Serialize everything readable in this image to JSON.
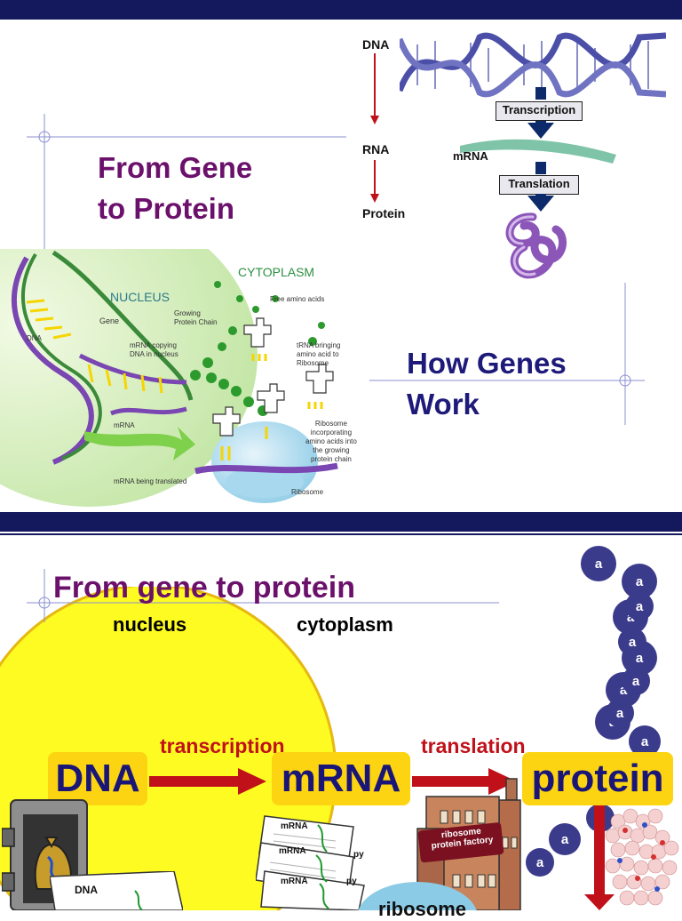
{
  "slide1": {
    "title": "From Gene\nto Protein",
    "subtitle": "How Genes\nWork",
    "central_dogma": {
      "dna": "DNA",
      "rna": "RNA",
      "protein": "Protein",
      "transcription": "Transcription",
      "mrna": "mRNA",
      "translation": "Translation"
    },
    "cell_diagram": {
      "cytoplasm": "CYTOPLASM",
      "nucleus": "NUCLEUS",
      "gene": "Gene",
      "dna": "DNA",
      "growing_chain": "Growing\nProtein Chain",
      "free_amino": "Free amino acids",
      "mrna_copying": "mRNA copying\nDNA in nucleus",
      "trna": "tRNA bringing\namino acid to\nRibosome",
      "mrna": "mRNA",
      "ribosome_incorp": "Ribosome\nincorporating\namino acids into\nthe growing\nprotein chain",
      "mrna_translated": "mRNA being translated",
      "ribosome": "Ribosome"
    }
  },
  "slide2": {
    "title": "From gene to protein",
    "nucleus": "nucleus",
    "cytoplasm": "cytoplasm",
    "transcription": "transcription",
    "translation": "translation",
    "dna": "DNA",
    "mrna": "mRNA",
    "protein": "protein",
    "amino": "a",
    "factory": "ribosome\nprotein factory",
    "ribosome": "ribosome",
    "doc_mrna": "mRNA",
    "doc_dna": "DNA",
    "copy": "py"
  },
  "colors": {
    "bar": "#14195e",
    "title_purple": "#6b106b",
    "title_navy": "#1e1a7a",
    "yellow": "#fcd412",
    "red": "#c0111a",
    "amino": "#3b3b8c"
  }
}
